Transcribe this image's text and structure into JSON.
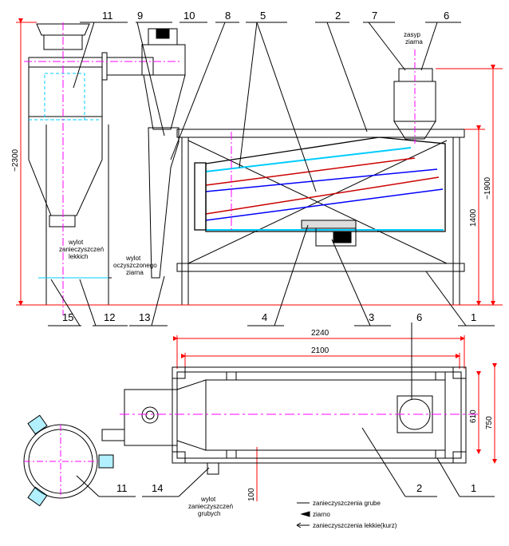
{
  "labels": {
    "l11_top": "11",
    "l9": "9",
    "l10": "10",
    "l8": "8",
    "l5": "5",
    "l2_top": "2",
    "l7": "7",
    "l6_top": "6",
    "l15": "15",
    "l12": "12",
    "l13": "13",
    "l4": "4",
    "l3": "3",
    "l1_top": "1",
    "l6_bottom": "6",
    "l11_bottom": "11",
    "l14": "14",
    "l2_bottom": "2",
    "l1_bottom": "1"
  },
  "dimensions": {
    "d2300": "~2300",
    "d1900": "~1900",
    "d1400": "1400",
    "d2240": "2240",
    "d2100": "2100",
    "d610": "610",
    "d750": "750",
    "d100": "100"
  },
  "annotations": {
    "zasyp_1": "zasyp",
    "zasyp_2": "ziarna",
    "wylot_lekkich_1": "wylot",
    "wylot_lekkich_2": "zanieczyszczeń",
    "wylot_lekkich_3": "lekkich",
    "wylot_oczysz_1": "wylot",
    "wylot_oczysz_2": "oczyszczonego",
    "wylot_oczysz_3": "ziarna",
    "wylot_grubych_1": "wylot",
    "wylot_grubych_2": "zanieczyszczeń",
    "wylot_grubych_3": "grubych"
  },
  "legend": {
    "item1": "zanieczyszczenia grube",
    "item2": "ziarno",
    "item3": "zanieczyszczenia lekkie(kurz)"
  },
  "colors": {
    "outline": "#000000",
    "centerline": "#ff00ff",
    "hidden": "#00ccff",
    "sieve": "#0000ff",
    "sieve_red": "#cc0000",
    "dimension": "#ff0000"
  }
}
